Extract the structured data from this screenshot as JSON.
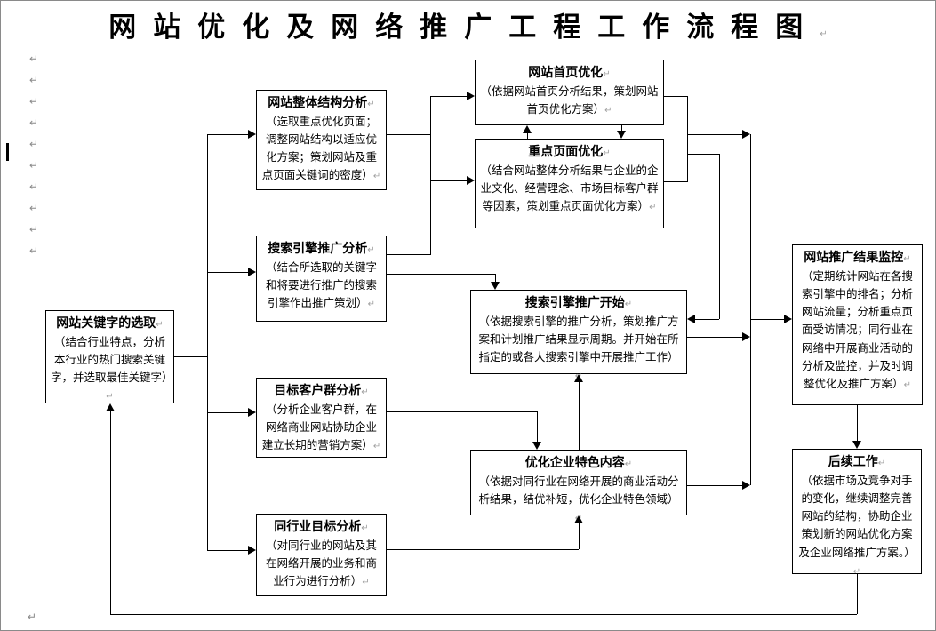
{
  "title": {
    "text": "网站优化及网络推广工程工作流程图",
    "mark": "↵"
  },
  "margin": {
    "marks": [
      "↵",
      "↵",
      "↵",
      "↵",
      "↵",
      "↵",
      "↵",
      "↵",
      "↵",
      "↵"
    ],
    "bottom_mark": "↵"
  },
  "boxes": {
    "keyword_selection": {
      "title": "网站关键字的选取",
      "body": "（结合行业特点，分析本行业的热门搜索关键字，并选取最佳关键字）",
      "mark": "↵"
    },
    "site_structure_analysis": {
      "title": "网站整体结构分析",
      "body": "（选取重点优化页面；调整网站结构以适应优化方案；策划网站及重点页面关键词的密度）",
      "mark": "↵"
    },
    "search_engine_promo_analysis": {
      "title": "搜索引擎推广分析",
      "body": "（结合所选取的关键字和将要进行推广的搜索引擎作出推广策划）",
      "mark": "↵"
    },
    "target_customer_analysis": {
      "title": "目标客户群分析",
      "body": "（分析企业客户群，在网络商业网站协助企业建立长期的营销方案）",
      "mark": "↵"
    },
    "industry_target_analysis": {
      "title": "同行业目标分析",
      "body": "（对同行业的网站及其在网络开展的业务和商业行为进行分析）",
      "mark": "↵"
    },
    "homepage_optimization": {
      "title": "网站首页优化",
      "body": "（依据网站首页分析结果，策划网站首页优化方案）",
      "mark": "↵"
    },
    "key_page_optimization": {
      "title": "重点页面优化",
      "body": "（结合网站整体分析结果与企业的企业文化、经营理念、市场目标客户群等因素，策划重点页面优化方案）",
      "mark": "↵"
    },
    "search_engine_promo_start": {
      "title": "搜索引擎推广开始",
      "body": "（依据搜索引擎的推广分析，策划推广方案和计划推广结果显示周期。并开始在所指定的或各大搜索引擎中开展推广工作）",
      "mark": "↵"
    },
    "enterprise_feature_optimization": {
      "title": "优化企业特色内容",
      "body": "（依据对同行业在网络开展的商业活动分析结果，结优补短，优化企业特色领域）",
      "mark": "↵"
    },
    "promo_result_monitoring": {
      "title": "网站推广结果监控",
      "body": "（定期统计网站在各搜索引擎中的排名；分析网站流量；分析重点页面受访情况；同行业在网络中开展商业活动的分析及监控，并及时调整优化及推广方案）",
      "mark": "↵"
    },
    "follow_up_work": {
      "title": "后续工作",
      "body": "（依据市场及竞争对手的变化，继续调整完善网站的结构，协助企业策划新的网站优化方案及企业网络推广方案。）",
      "mark": "↵"
    }
  }
}
